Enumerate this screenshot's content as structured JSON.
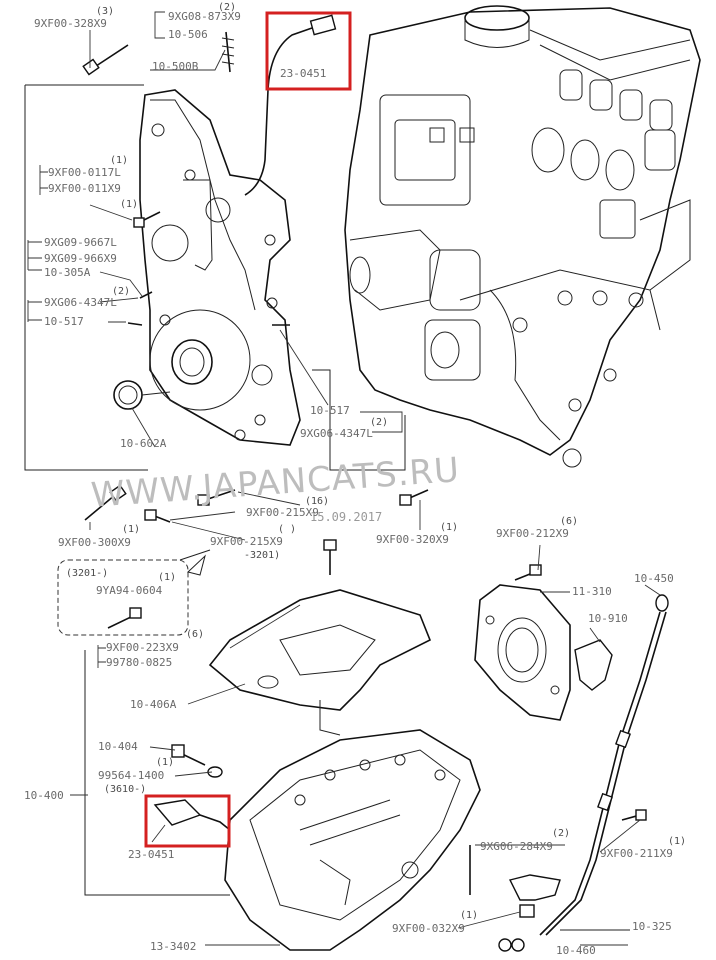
{
  "labels": {
    "bolt_328": "9XF00-328X9",
    "qty_328": "(3)",
    "bolt_873": "9XG08-873X9",
    "qty_873": "(2)",
    "stud_506": "10-506",
    "cover_500b": "10-500B",
    "sensor_top": "23-0451",
    "bolt_0117": "9XF00-0117L",
    "qty_0117": "(1)",
    "bolt_011": "9XF00-011X9",
    "qty_011": "(1)",
    "bolt_9667": "9XG09-9667L",
    "bolt_966": "9XG09-966X9",
    "part_305a": "10-305A",
    "qty_4347a": "(2)",
    "bolt_4347a": "9XG06-4347L",
    "part_517a": "10-517",
    "part_517b": "10-517",
    "qty_4347b": "(2)",
    "bolt_4347b": "9XG06-4347L",
    "seal_602a": "10-602A",
    "bolt_300": "9XF00-300X9",
    "qty_300": "(1)",
    "bolt_215a": "9XF00-215X9",
    "qty_215a": "(16)",
    "bolt_215b": "9XF00-215X9",
    "qty_215b": "( )",
    "code_3201a": "-3201)",
    "date": "15.09.2017",
    "bolt_320": "9XF00-320X9",
    "qty_320": "(1)",
    "code_3201b": "(3201-)",
    "qty_0604": "(1)",
    "bolt_0604": "9YA94-0604",
    "bolt_212": "9XF00-212X9",
    "qty_212": "(6)",
    "plate_310": "11-310",
    "dipstick_450": "10-450",
    "part_910": "10-910",
    "qty_223": "(6)",
    "bolt_223": "9XF00-223X9",
    "gasket_0825": "99780-0825",
    "plate_406a": "10-406A",
    "plug_404": "10-404",
    "qty_1400": "(1)",
    "washer_1400": "99564-1400",
    "code_3610": "(3610-)",
    "pan_400": "10-400",
    "sensor_bottom": "23-0451",
    "qty_284": "(2)",
    "bolt_284": "9XG06-284X9",
    "qty_211": "(1)",
    "bolt_211": "9XF00-211X9",
    "qty_032": "(1)",
    "bolt_032": "9XF00-032X9",
    "tube_325": "10-325",
    "gasket_3402": "13-3402",
    "part_460": "10-460"
  },
  "watermark": "WWW.JAPANCATS.RU",
  "colors": {
    "highlight": "#d42020",
    "label": "#6a6a6a",
    "line": "#111111",
    "watermark": "#bdbdbd"
  }
}
